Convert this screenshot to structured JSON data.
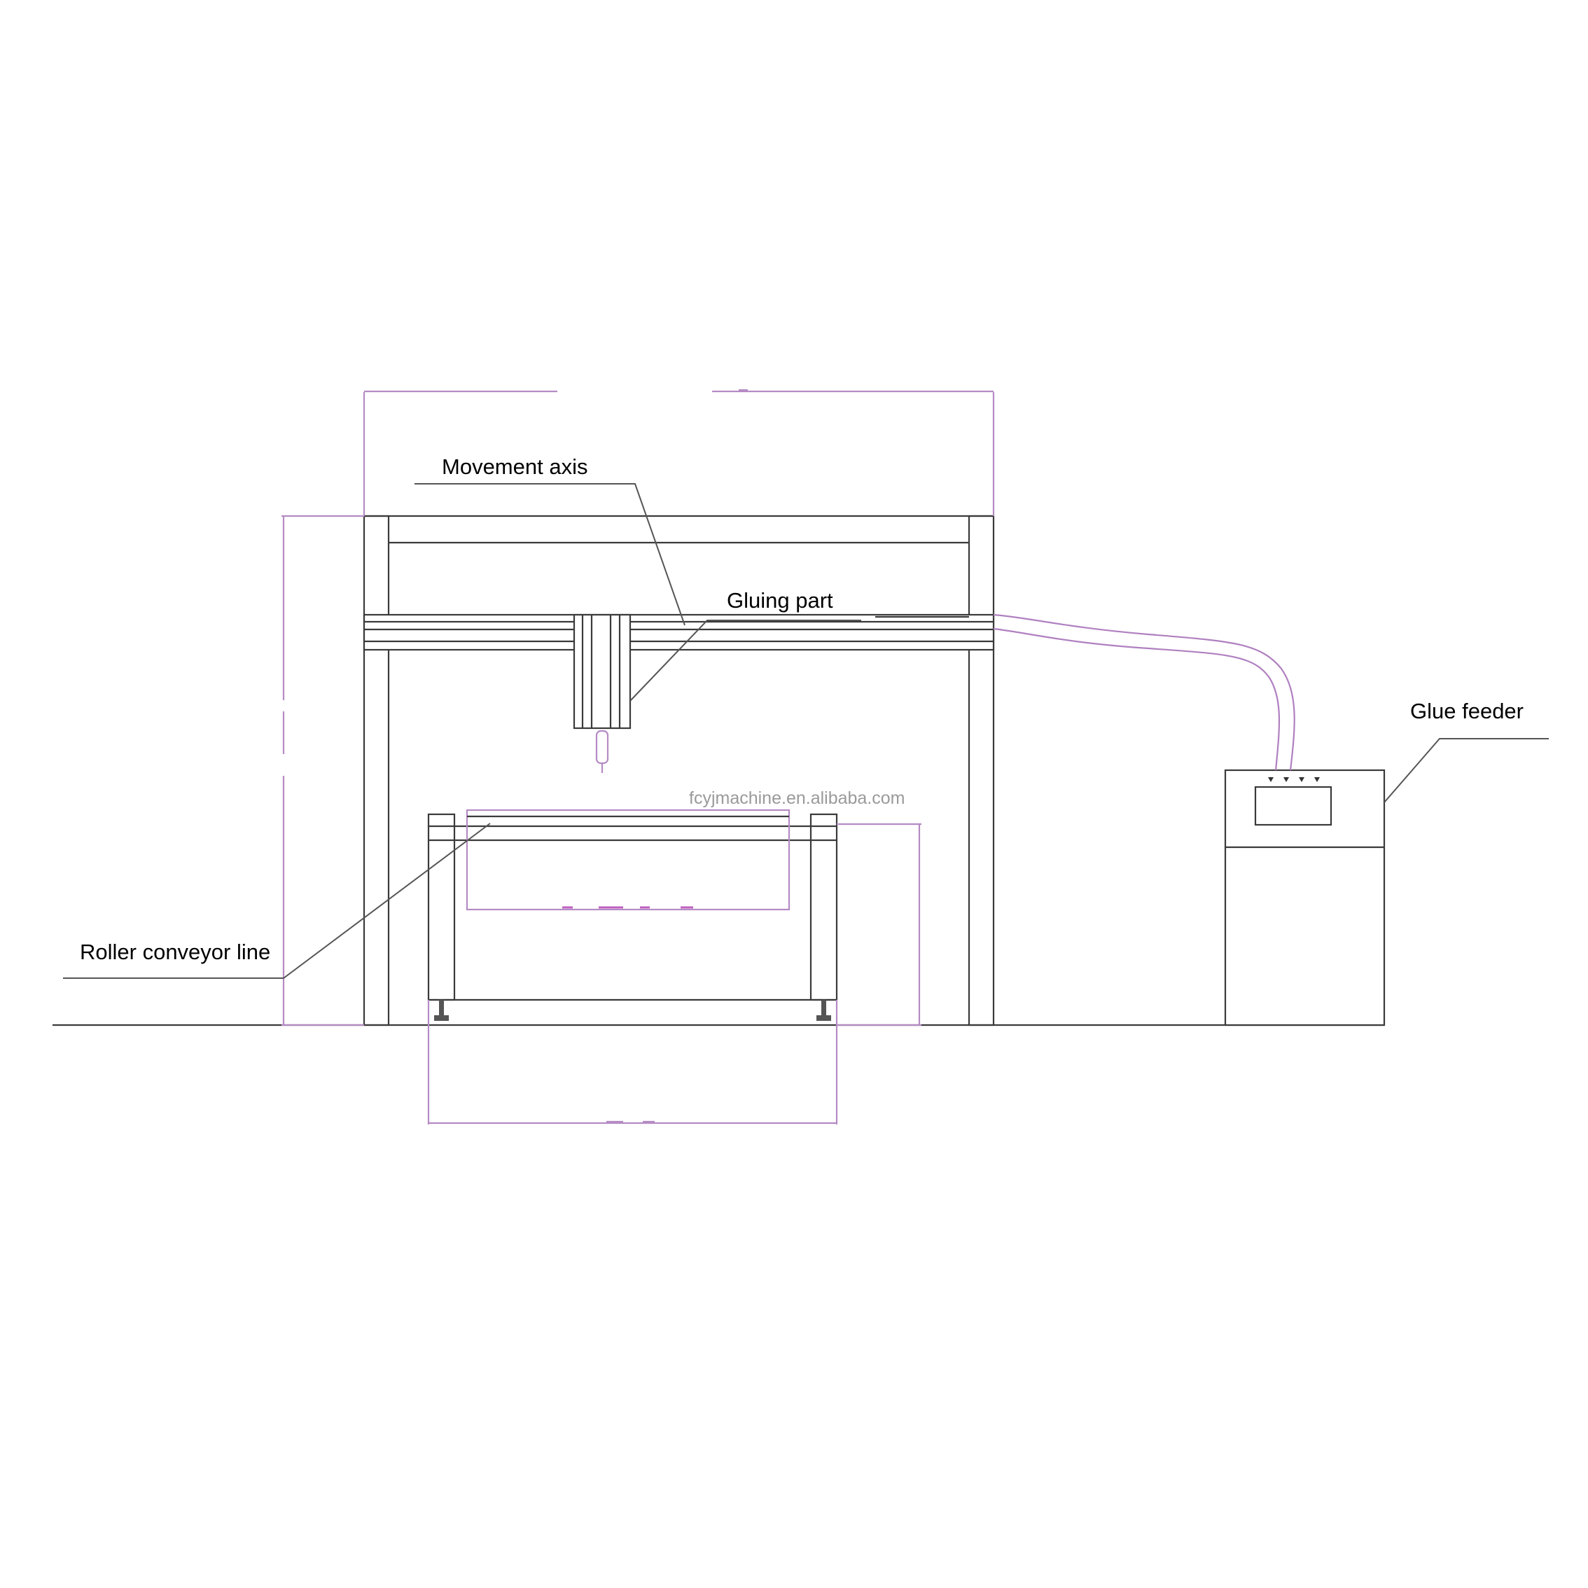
{
  "labels": {
    "movement_axis": "Movement axis",
    "gluing_part": "Gluing part",
    "glue_feeder": "Glue feeder",
    "roller_conveyor_line": "Roller conveyor line"
  },
  "watermark": "fcyjmachine.en.alibaba.com",
  "colors": {
    "line": "#3a3a3a",
    "dimension": "#b58bc4",
    "hose": "#b080c0",
    "text": "#000000",
    "watermark": "#9a9a9a"
  }
}
